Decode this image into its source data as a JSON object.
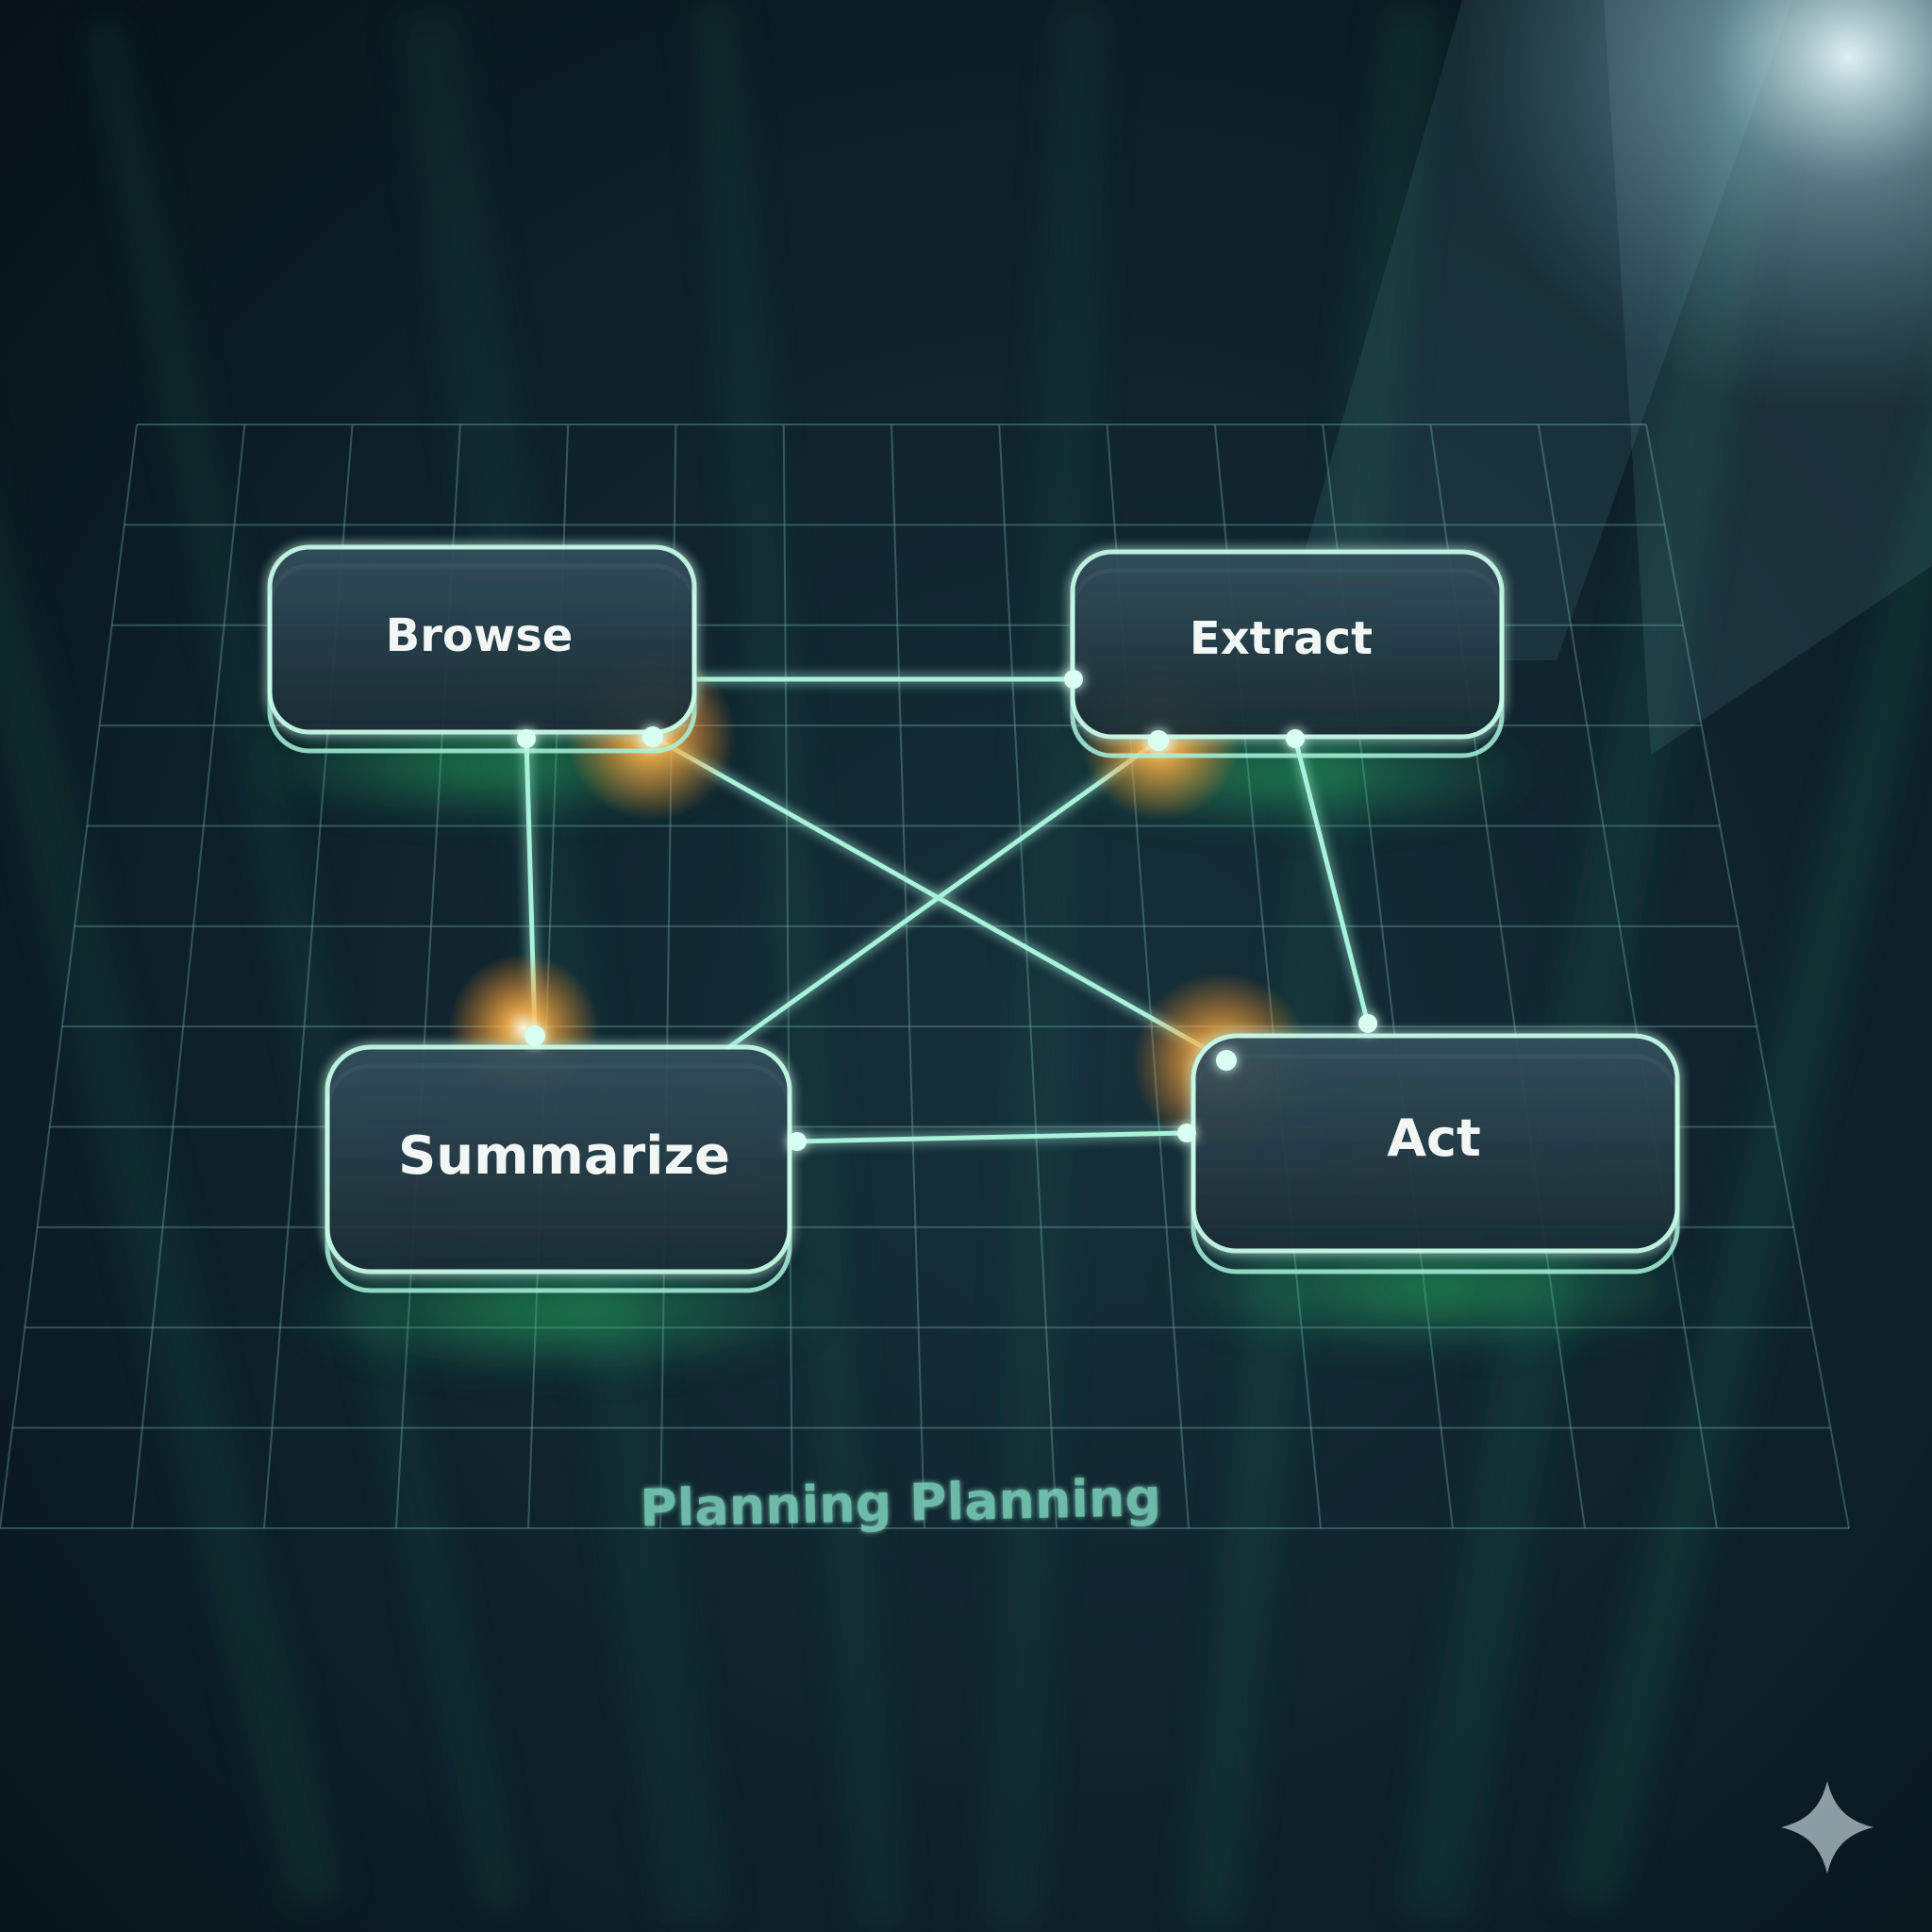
{
  "diagram": {
    "nodes": [
      {
        "id": "browse",
        "label": "Browse"
      },
      {
        "id": "extract",
        "label": "Extract"
      },
      {
        "id": "summarize",
        "label": "Summarize"
      },
      {
        "id": "act",
        "label": "Act"
      }
    ],
    "edges": [
      {
        "from": "browse",
        "to": "extract"
      },
      {
        "from": "browse",
        "to": "summarize"
      },
      {
        "from": "browse",
        "to": "act"
      },
      {
        "from": "extract",
        "to": "summarize"
      },
      {
        "from": "extract",
        "to": "act"
      },
      {
        "from": "summarize",
        "to": "act"
      }
    ],
    "caption": "Planning Planning"
  },
  "colors": {
    "background": "#0a1820",
    "accent": "#8ff0d6",
    "glow_orange": "#ffae4a",
    "node_fill": "#2a3d47"
  },
  "icons": {
    "corner": "sparkle-icon"
  }
}
